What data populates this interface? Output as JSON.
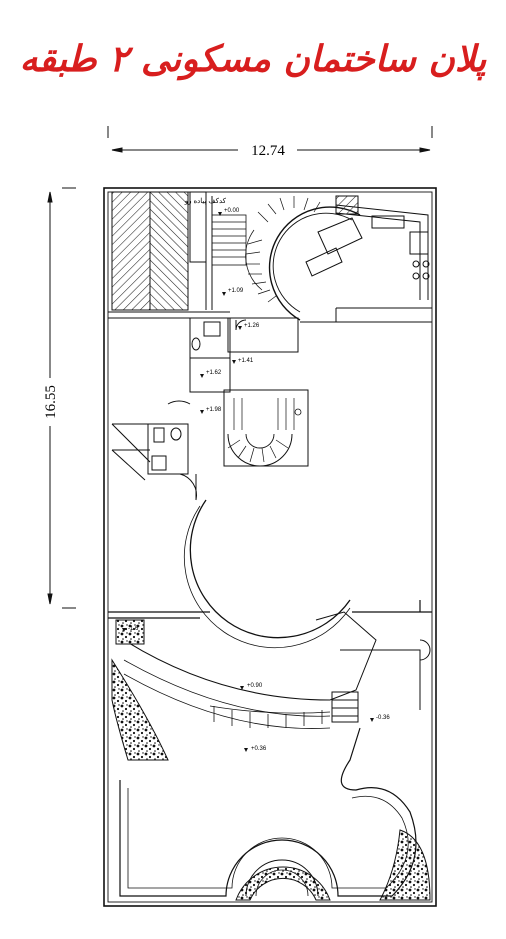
{
  "title": "پلان ساختمان مسکونی ۲ طبقه",
  "colors": {
    "title": "#d81e1e",
    "lines": "#111111",
    "background": "#ffffff"
  },
  "dimensions": {
    "width_label": "12.74",
    "height_label": "16.55"
  },
  "levels": {
    "kitchen": "+0.00",
    "l1": "+1.09",
    "l2": "+1.26",
    "l3": "+1.41",
    "l4": "+1.62",
    "l5": "+1.98",
    "yard1": "+0.90",
    "yard2": "+0.36",
    "yard3": "-0.36",
    "small": "-1.6"
  },
  "labels": {
    "parking_note": "کدکف پیاده رو"
  }
}
